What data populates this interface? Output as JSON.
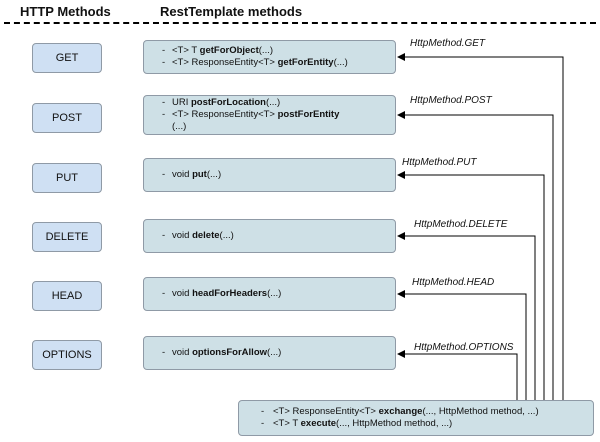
{
  "headers": {
    "http_methods": "HTTP Methods",
    "rest_template_methods": "RestTemplate methods"
  },
  "rows": [
    {
      "method": "GET",
      "label": "HttpMethod.GET",
      "lines": [
        {
          "pre": "<T> T ",
          "bold": "getForObject",
          "post": "(...)"
        },
        {
          "pre": "<T> ResponseEntity<T> ",
          "bold": "getForEntity",
          "post": "(...)"
        }
      ]
    },
    {
      "method": "POST",
      "label": "HttpMethod.POST",
      "lines": [
        {
          "pre": "URI ",
          "bold": "postForLocation",
          "post": "(...)"
        },
        {
          "pre": "<T> ResponseEntity<T> ",
          "bold": "postForEntity",
          "post": "\n(...)"
        }
      ]
    },
    {
      "method": "PUT",
      "label": "HttpMethod.PUT",
      "lines": [
        {
          "pre": "void ",
          "bold": "put",
          "post": "(...)"
        }
      ]
    },
    {
      "method": "DELETE",
      "label": "HttpMethod.DELETE",
      "lines": [
        {
          "pre": "void ",
          "bold": "delete",
          "post": "(...)"
        }
      ]
    },
    {
      "method": "HEAD",
      "label": "HttpMethod.HEAD",
      "lines": [
        {
          "pre": "void ",
          "bold": "headForHeaders",
          "post": "(...)"
        }
      ]
    },
    {
      "method": "OPTIONS",
      "label": "HttpMethod.OPTIONS",
      "lines": [
        {
          "pre": "void ",
          "bold": "optionsForAllow",
          "post": "(...)"
        }
      ]
    }
  ],
  "generic": {
    "lines": [
      {
        "pre": "<T> ResponseEntity<T> ",
        "bold": "exchange",
        "post": "(..., HttpMethod method, ...)"
      },
      {
        "pre": "<T> T ",
        "bold": "execute",
        "post": "(..., HttpMethod method, ...)"
      }
    ]
  },
  "bullet": "-"
}
